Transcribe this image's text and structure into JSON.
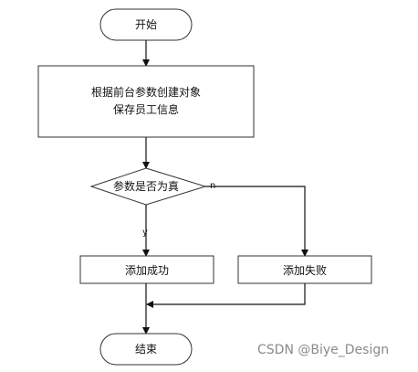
{
  "nodes": {
    "start": "开始",
    "process_line1": "根据前台参数创建对象",
    "process_line2": "保存员工信息",
    "decision": "参数是否为真",
    "success": "添加成功",
    "fail": "添加失败",
    "end": "结束"
  },
  "edges": {
    "yes_label": "y",
    "no_label": "n"
  },
  "watermark": "CSDN @Biye_Design"
}
